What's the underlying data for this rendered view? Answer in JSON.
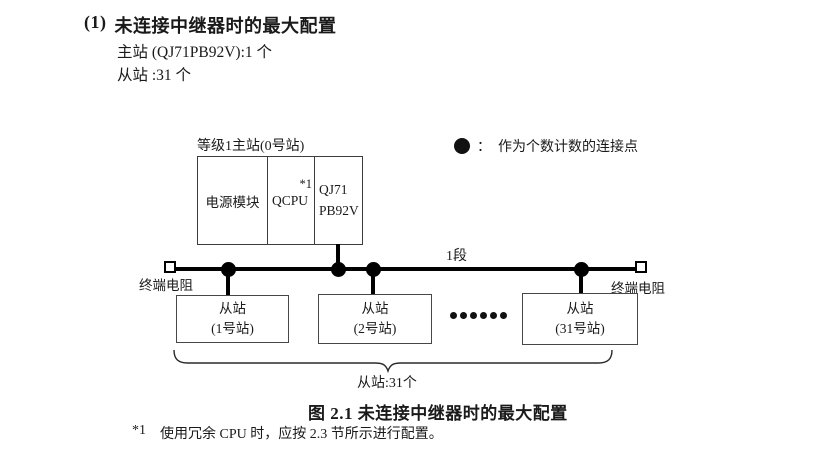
{
  "header": {
    "number": "(1)",
    "title": "未连接中继器时的最大配置",
    "master_spec": "主站 (QJ71PB92V):1 个",
    "slave_spec": "从站 :31 个"
  },
  "diagram": {
    "master_station_label": "等级1主站(0号站)",
    "modules": {
      "power": "电源模块",
      "cpu": "QCPU",
      "cpu_note_ref": "*1",
      "pb_line1": "QJ71",
      "pb_line2": "PB92V"
    },
    "legend": {
      "icon": "●",
      "separator": "：",
      "text": "作为个数计数的连接点"
    },
    "segment_label": "1段",
    "terminator_left_label": "终端电阻",
    "terminator_right_label": "终端电阻",
    "slaves": [
      {
        "name": "从站",
        "station": "(1号站)"
      },
      {
        "name": "从站",
        "station": "(2号站)"
      },
      {
        "name": "从站",
        "station": "(31号站)"
      }
    ],
    "slave_count_label": "从站:31个"
  },
  "caption": "图 2.1 未连接中继器时的最大配置",
  "footnote": {
    "ref": "*1",
    "text": "使用冗余 CPU 时，应按 2.3 节所示进行配置。"
  },
  "colors": {
    "text": "#1a1a1a",
    "line": "#000000",
    "border": "#474747"
  }
}
